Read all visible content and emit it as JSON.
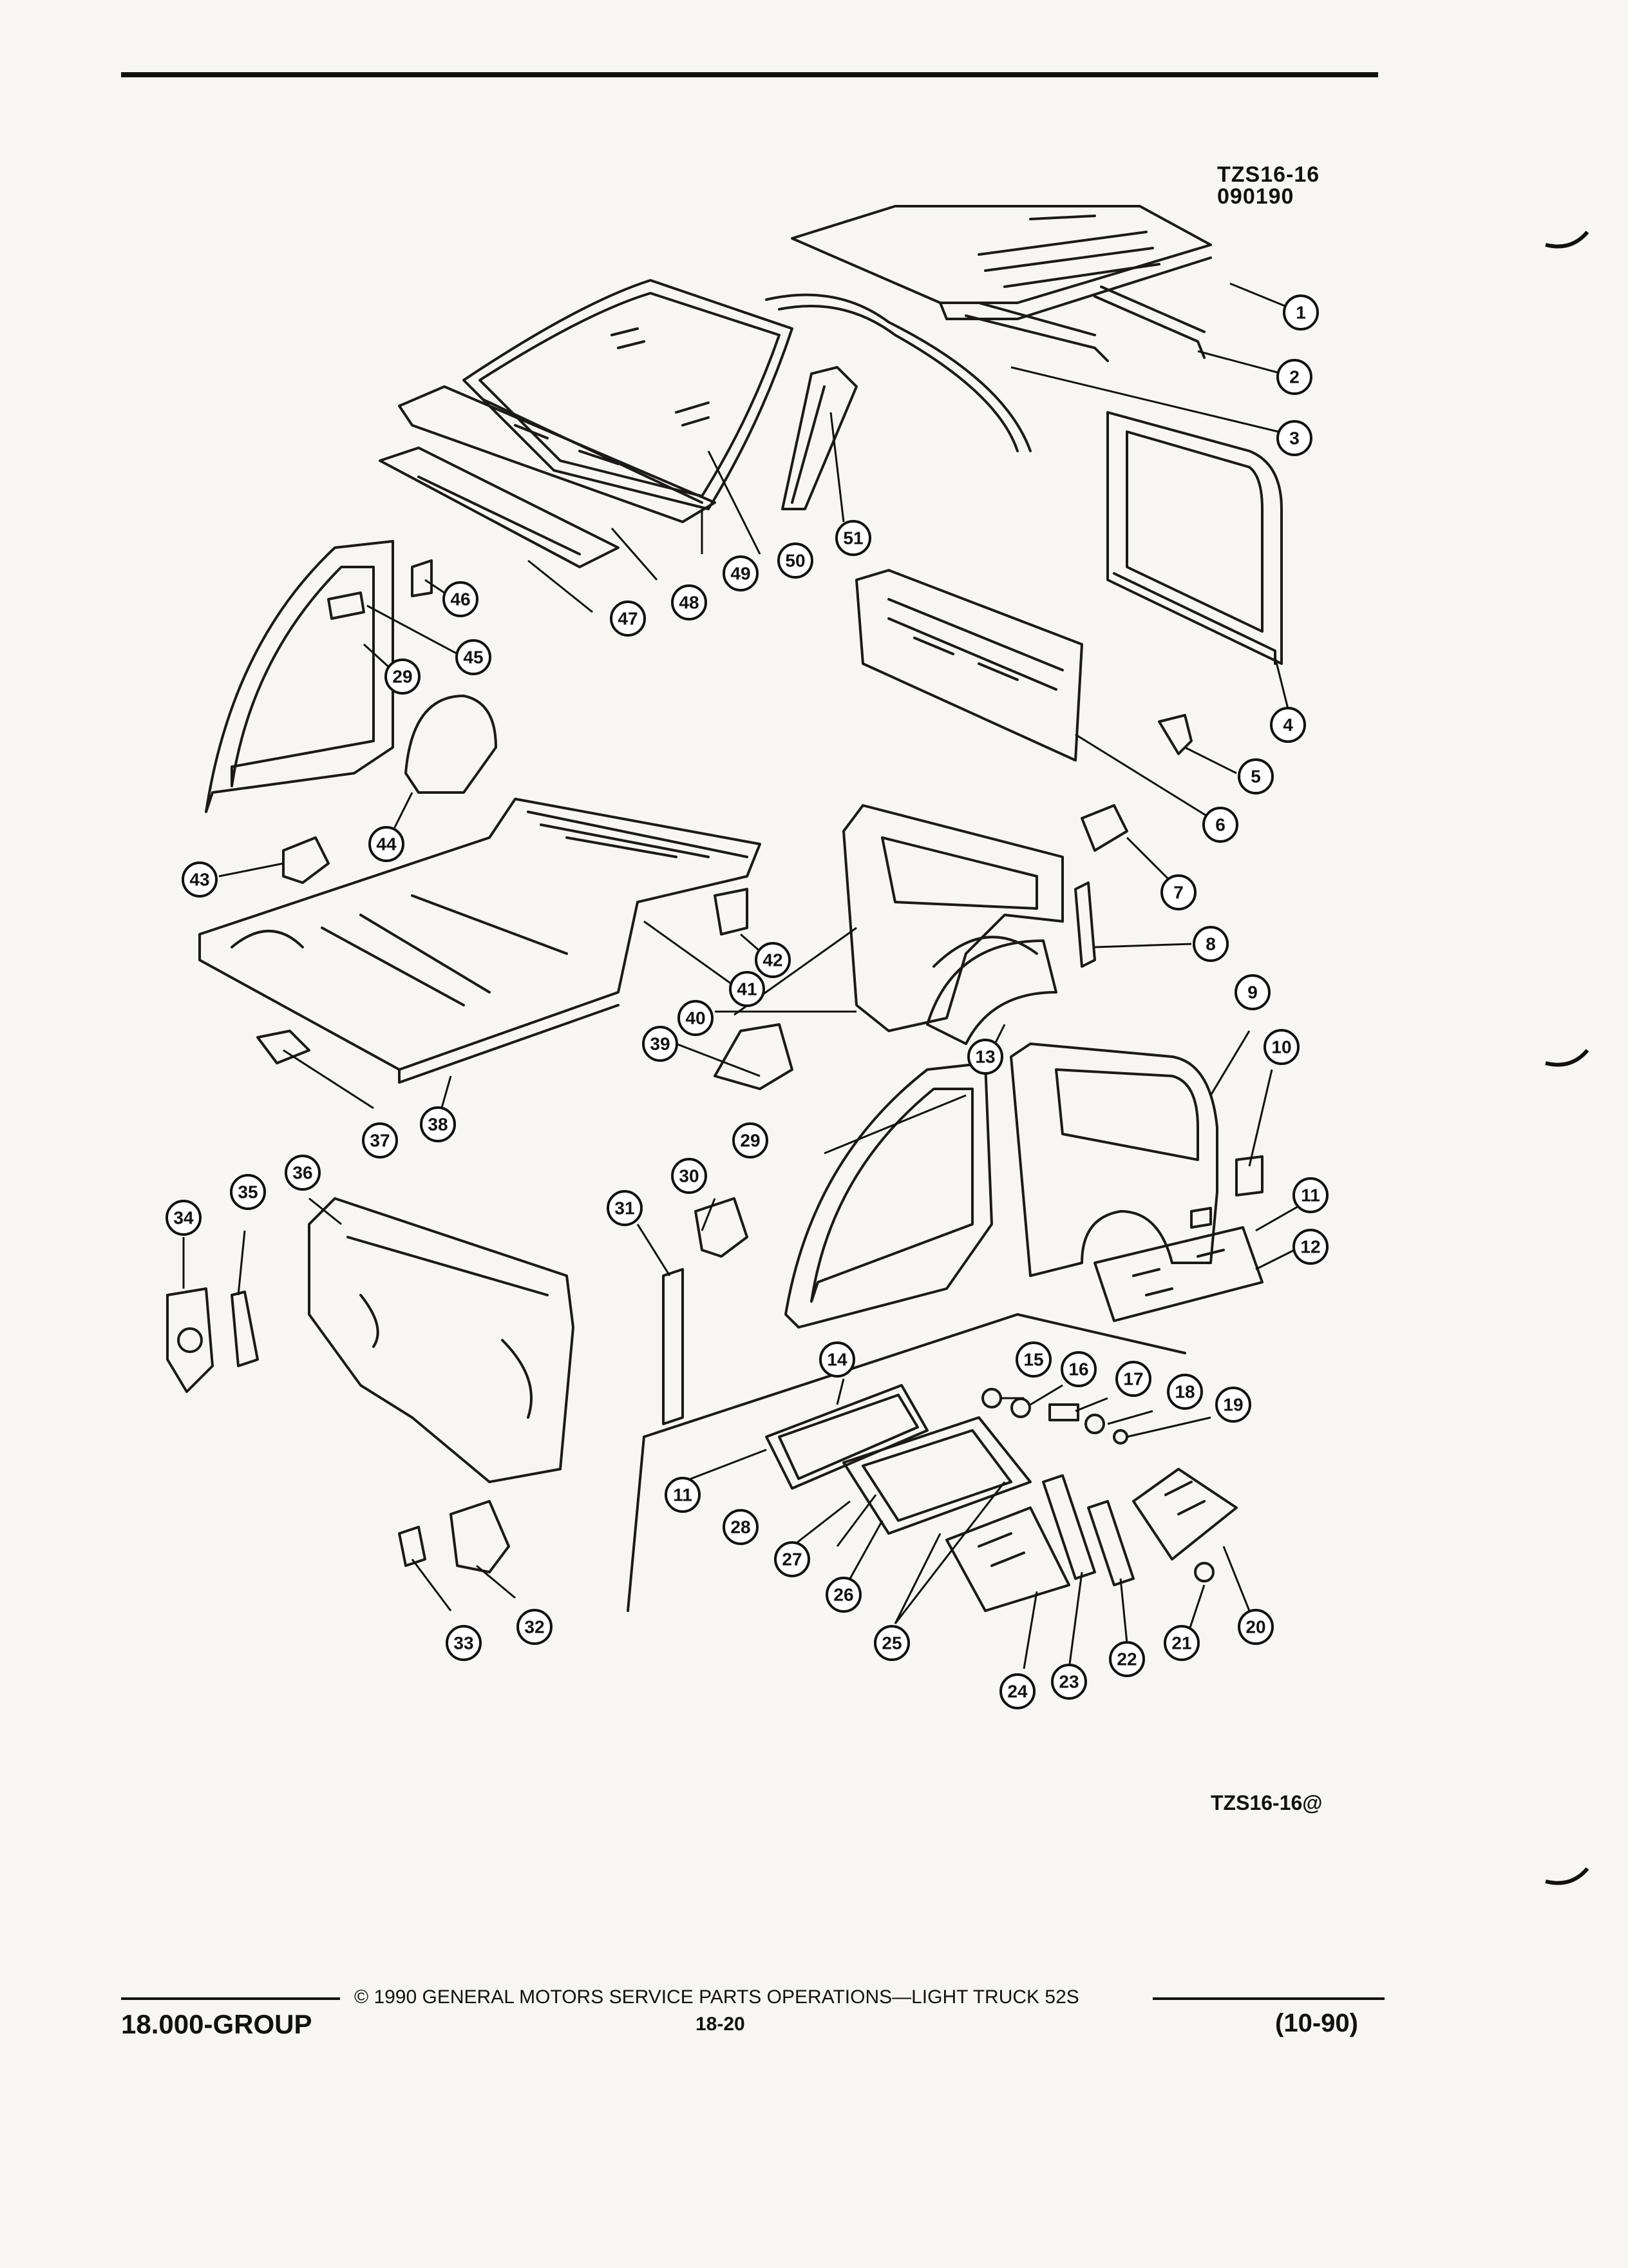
{
  "header": {
    "code_line1": "TZS16-16",
    "code_line2": "090190"
  },
  "figure_id": "TZS16-16@",
  "callouts": [
    "1",
    "2",
    "3",
    "4",
    "5",
    "6",
    "7",
    "8",
    "9",
    "10",
    "11",
    "12",
    "13",
    "14",
    "15",
    "16",
    "17",
    "18",
    "19",
    "20",
    "21",
    "22",
    "23",
    "24",
    "25",
    "26",
    "27",
    "28",
    "29",
    "30",
    "31",
    "32",
    "33",
    "34",
    "35",
    "36",
    "37",
    "38",
    "39",
    "40",
    "41",
    "42",
    "43",
    "44",
    "45",
    "46",
    "47",
    "48",
    "49",
    "50",
    "51"
  ],
  "footer": {
    "group": "18.000-GROUP",
    "copyright": "© 1990 GENERAL MOTORS SERVICE PARTS OPERATIONS—LIGHT TRUCK 52S",
    "page": "18-20",
    "date": "(10-90)"
  }
}
